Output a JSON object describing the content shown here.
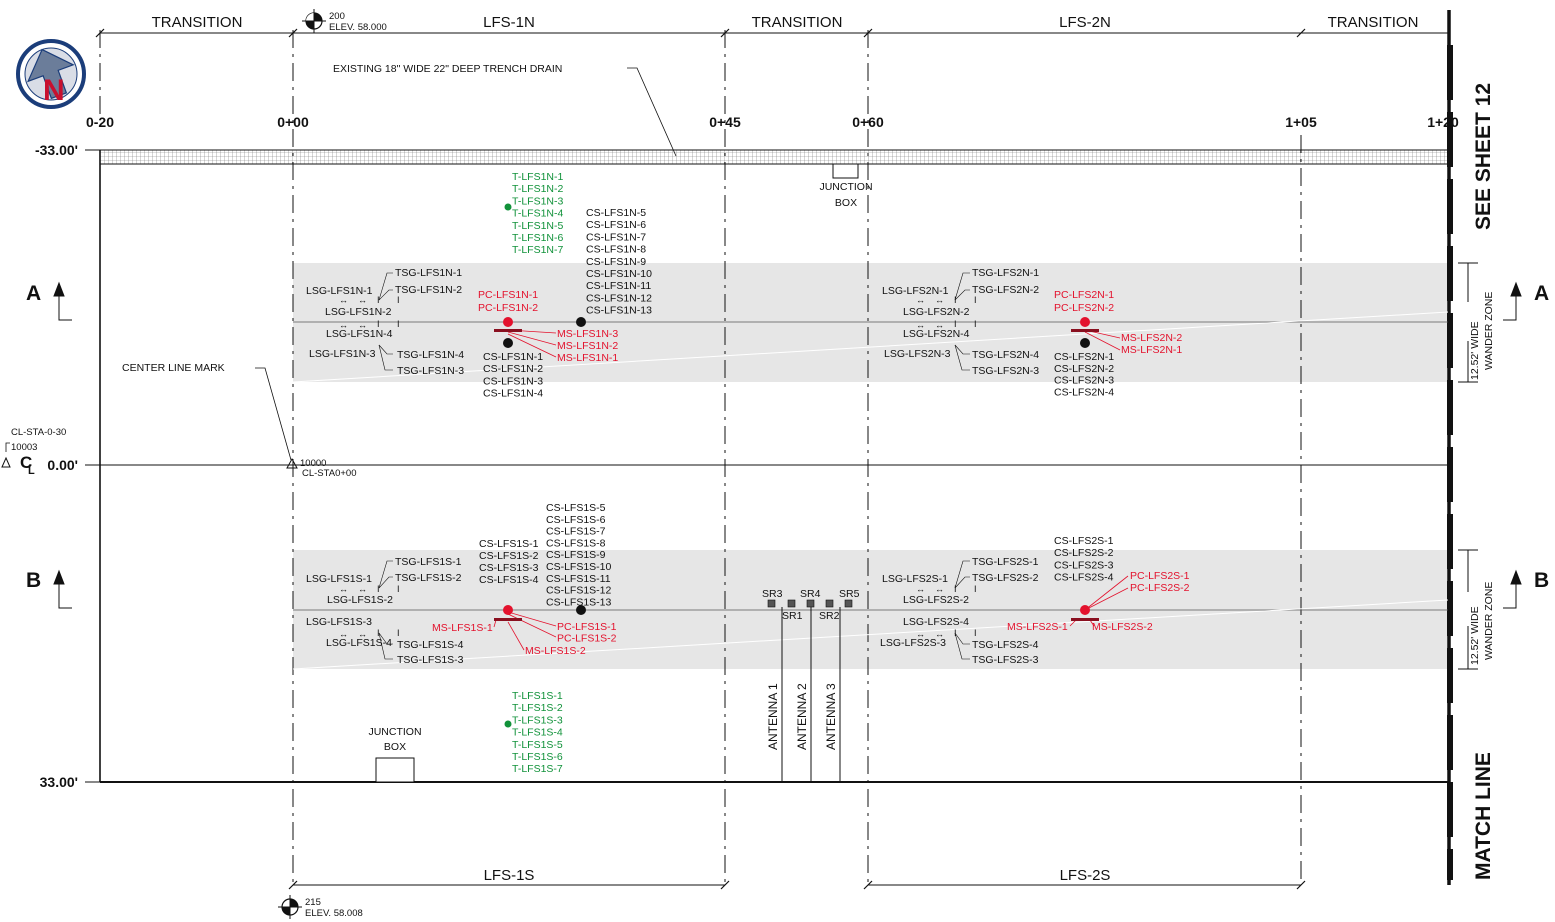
{
  "title_header": {
    "north_sections": [
      "TRANSITION",
      "LFS-1N",
      "TRANSITION",
      "LFS-2N",
      "TRANSITION"
    ],
    "south_sections": [
      "LFS-1S",
      "LFS-2S"
    ]
  },
  "stations": [
    "0-20",
    "0+00",
    "0+45",
    "0+60",
    "1+05",
    "1+20"
  ],
  "offsets": {
    "top": "-33.00'",
    "center": "0.00'",
    "bottom": "33.00'"
  },
  "benchmarks": {
    "north": {
      "id": "200",
      "elev": "ELEV. 58.000"
    },
    "south": {
      "id": "215",
      "elev": "ELEV. 58.008"
    }
  },
  "callouts": {
    "trench_drain": "EXISTING 18\" WIDE 22\" DEEP TRENCH DRAIN",
    "center_line_mark": "CENTER LINE MARK",
    "junction_box": [
      "JUNCTION",
      "BOX"
    ],
    "cl_start": "CL-STA-0-30",
    "cl_start_id": "10003",
    "cl_zero_id": "10000",
    "cl_zero": "CL-STA0+00",
    "cl_symbol": "C",
    "cl_symbol_sub": "L"
  },
  "side_labels": {
    "see_sheet": "SEE SHEET 12",
    "match_line": "MATCH LINE"
  },
  "sections": {
    "a": "A",
    "b": "B"
  },
  "wander_zone": {
    "line1": "12.52' WIDE",
    "line2": "WANDER ZONE"
  },
  "north": {
    "t_sensors_1": [
      "T-LFS1N-1",
      "T-LFS1N-2",
      "T-LFS1N-3",
      "T-LFS1N-4",
      "T-LFS1N-5",
      "T-LFS1N-6",
      "T-LFS1N-7"
    ],
    "cs_1_upper": [
      "CS-LFS1N-5",
      "CS-LFS1N-6",
      "CS-LFS1N-7",
      "CS-LFS1N-8",
      "CS-LFS1N-9",
      "CS-LFS1N-10",
      "CS-LFS1N-11",
      "CS-LFS1N-12",
      "CS-LFS1N-13"
    ],
    "cs_1_lower": [
      "CS-LFS1N-1",
      "CS-LFS1N-2",
      "CS-LFS1N-3",
      "CS-LFS1N-4"
    ],
    "pc_1": [
      "PC-LFS1N-1",
      "PC-LFS1N-2"
    ],
    "ms_1": [
      "MS-LFS1N-3",
      "MS-LFS1N-2",
      "MS-LFS1N-1"
    ],
    "lsg_1": [
      "LSG-LFS1N-1",
      "LSG-LFS1N-2",
      "LSG-LFS1N-4",
      "LSG-LFS1N-3"
    ],
    "tsg_1": [
      "TSG-LFS1N-1",
      "TSG-LFS1N-2",
      "TSG-LFS1N-4",
      "TSG-LFS1N-3"
    ],
    "pc_2": [
      "PC-LFS2N-1",
      "PC-LFS2N-2"
    ],
    "ms_2": [
      "MS-LFS2N-2",
      "MS-LFS2N-1"
    ],
    "cs_2": [
      "CS-LFS2N-1",
      "CS-LFS2N-2",
      "CS-LFS2N-3",
      "CS-LFS2N-4"
    ],
    "lsg_2": [
      "LSG-LFS2N-1",
      "LSG-LFS2N-2",
      "LSG-LFS2N-4",
      "LSG-LFS2N-3"
    ],
    "tsg_2": [
      "TSG-LFS2N-1",
      "TSG-LFS2N-2",
      "TSG-LFS2N-4",
      "TSG-LFS2N-3"
    ]
  },
  "south": {
    "cs_1_left": [
      "CS-LFS1S-1",
      "CS-LFS1S-2",
      "CS-LFS1S-3",
      "CS-LFS1S-4"
    ],
    "cs_1_right": [
      "CS-LFS1S-5",
      "CS-LFS1S-6",
      "CS-LFS1S-7",
      "CS-LFS1S-8",
      "CS-LFS1S-9",
      "CS-LFS1S-10",
      "CS-LFS1S-11",
      "CS-LFS1S-12",
      "CS-LFS1S-13"
    ],
    "pc_1": [
      "PC-LFS1S-1",
      "PC-LFS1S-2"
    ],
    "ms_1": [
      "MS-LFS1S-1",
      "MS-LFS1S-2"
    ],
    "lsg_1": [
      "LSG-LFS1S-1",
      "LSG-LFS1S-2",
      "LSG-LFS1S-3",
      "LSG-LFS1S-4"
    ],
    "tsg_1": [
      "TSG-LFS1S-1",
      "TSG-LFS1S-2",
      "TSG-LFS1S-4",
      "TSG-LFS1S-3"
    ],
    "t_sensors_1": [
      "T-LFS1S-1",
      "T-LFS1S-2",
      "T-LFS1S-3",
      "T-LFS1S-4",
      "T-LFS1S-5",
      "T-LFS1S-6",
      "T-LFS1S-7"
    ],
    "cs_2": [
      "CS-LFS2S-1",
      "CS-LFS2S-2",
      "CS-LFS2S-3",
      "CS-LFS2S-4"
    ],
    "pc_2": [
      "PC-LFS2S-1",
      "PC-LFS2S-2"
    ],
    "ms_2": [
      "MS-LFS2S-1",
      "MS-LFS2S-2"
    ],
    "lsg_2": [
      "LSG-LFS2S-1",
      "LSG-LFS2S-2",
      "LSG-LFS2S-4",
      "LSG-LFS2S-3"
    ],
    "tsg_2": [
      "TSG-LFS2S-1",
      "TSG-LFS2S-2",
      "TSG-LFS2S-4",
      "TSG-LFS2S-3"
    ]
  },
  "sr": [
    "SR3",
    "SR4",
    "SR5",
    "SR1",
    "SR2"
  ],
  "antennas": [
    "ANTENNA 1",
    "ANTENNA 2",
    "ANTENNA 3"
  ],
  "colors": {
    "green": "#11923a",
    "red": "#e3122d",
    "zone": "#e6e6e6",
    "north_arrow": "#c8102e"
  }
}
